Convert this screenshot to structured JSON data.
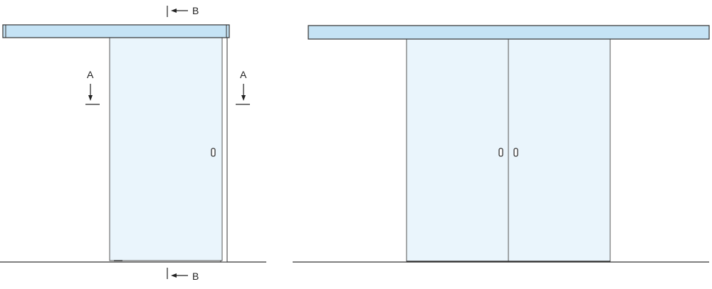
{
  "drawings": [
    {
      "view": "single-sliding-door",
      "section_markers": [
        {
          "id": "B-top",
          "letter": "B"
        },
        {
          "id": "B-bottom",
          "letter": "B"
        },
        {
          "id": "A-left",
          "letter": "A"
        },
        {
          "id": "A-right",
          "letter": "A"
        }
      ]
    },
    {
      "view": "double-sliding-door",
      "section_markers": []
    }
  ],
  "colors": {
    "track": "#c5e3f5",
    "glass": "#eaf5fc",
    "stroke": "#333333"
  }
}
